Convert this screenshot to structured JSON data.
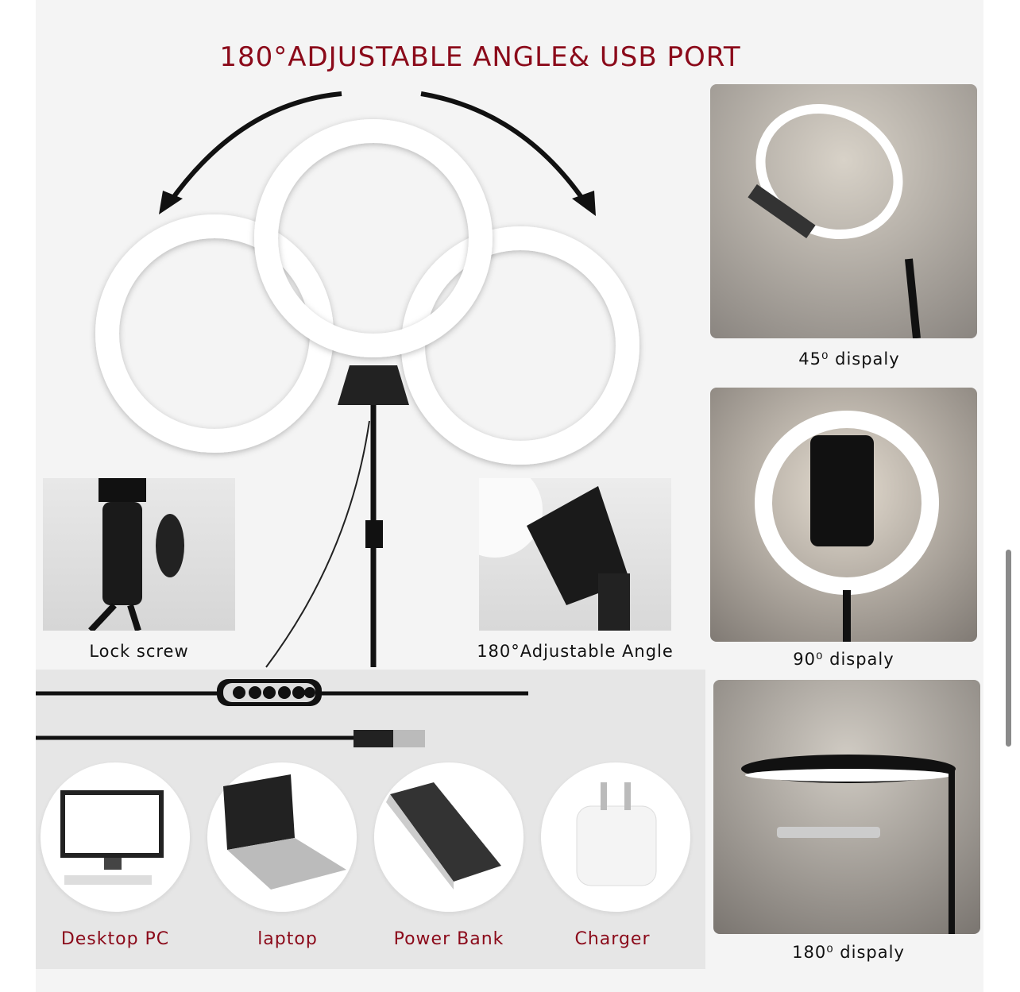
{
  "title": "180°ADJUSTABLE ANGLE& USB PORT",
  "details": [
    {
      "label": "Lock screw"
    },
    {
      "label": "180°Adjustable Angle"
    }
  ],
  "displays": [
    {
      "label": "45⁰ dispaly"
    },
    {
      "label": "90⁰ dispaly"
    },
    {
      "label": "180⁰ dispaly"
    }
  ],
  "power_sources": [
    {
      "label": "Desktop PC"
    },
    {
      "label": "laptop"
    },
    {
      "label": "Power Bank"
    },
    {
      "label": "Charger"
    }
  ],
  "colors": {
    "accent": "#8b0a1a",
    "background": "#f4f4f4"
  }
}
